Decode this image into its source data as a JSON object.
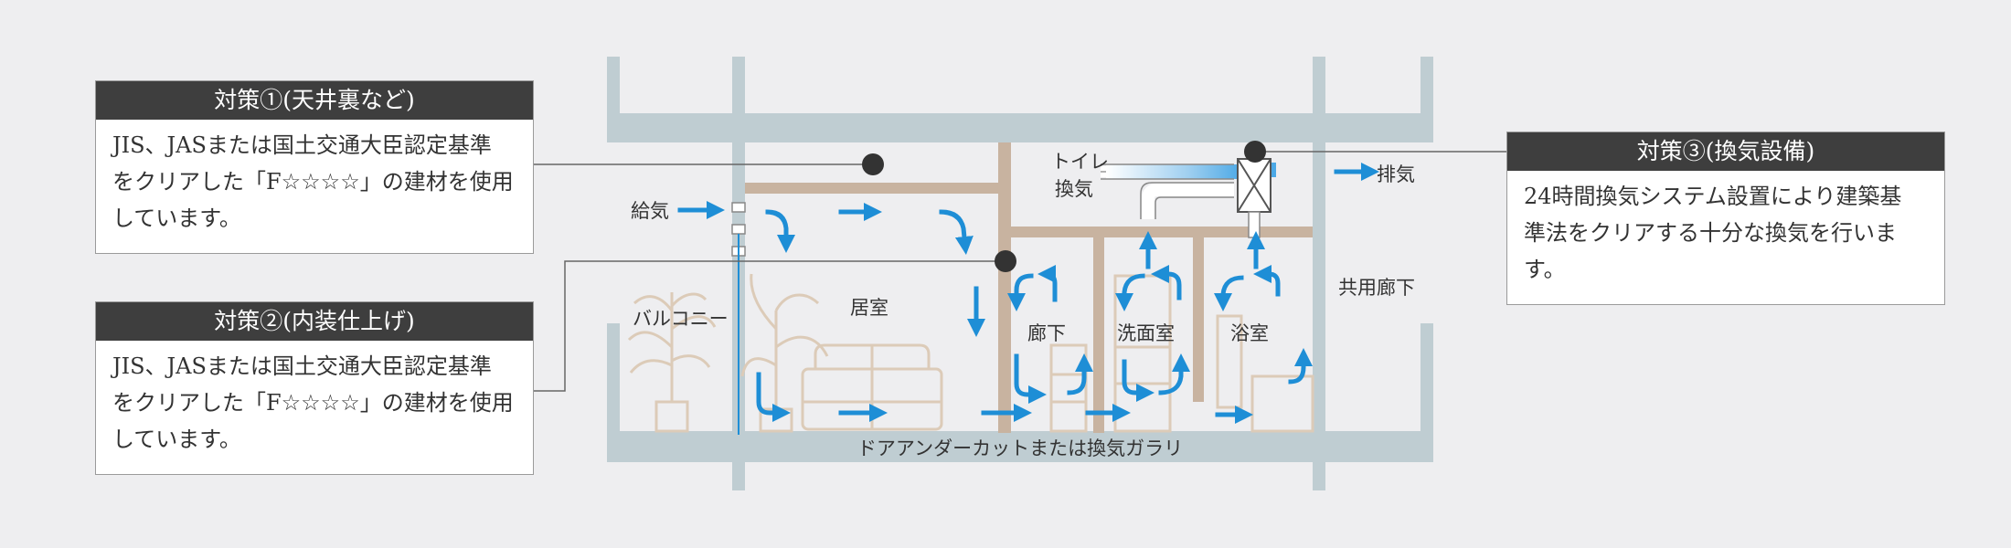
{
  "callouts": {
    "c1": {
      "title": "対策①(天井裏など)",
      "body": "JIS、JASまたは国土交通大臣認定基準\nをクリアした「F☆☆☆☆」の建材を使用\nしています。"
    },
    "c2": {
      "title": "対策②(内装仕上げ)",
      "body": "JIS、JASまたは国土交通大臣認定基準\nをクリアした「F☆☆☆☆」の建材を使用\nしています。"
    },
    "c3": {
      "title": "対策③(換気設備)",
      "body": "24時間換気システム設置により建築基\n準法をクリアする十分な換気を行いま\nす。"
    }
  },
  "labels": {
    "supply": "給気",
    "exhaust": "排気",
    "toilet_1": "トイレ",
    "toilet_2": "換気",
    "balcony": "バルコニー",
    "living": "居室",
    "hall": "廊下",
    "washroom": "洗面室",
    "bathroom": "浴室",
    "common_corridor": "共用廊下",
    "undercut": "ドアアンダーカットまたは換気ガラリ"
  },
  "colors": {
    "structure": "#bfcdd2",
    "partition": "#c8b3a0",
    "arrow": "#1e8ed6",
    "header": "#3e3e3e"
  }
}
